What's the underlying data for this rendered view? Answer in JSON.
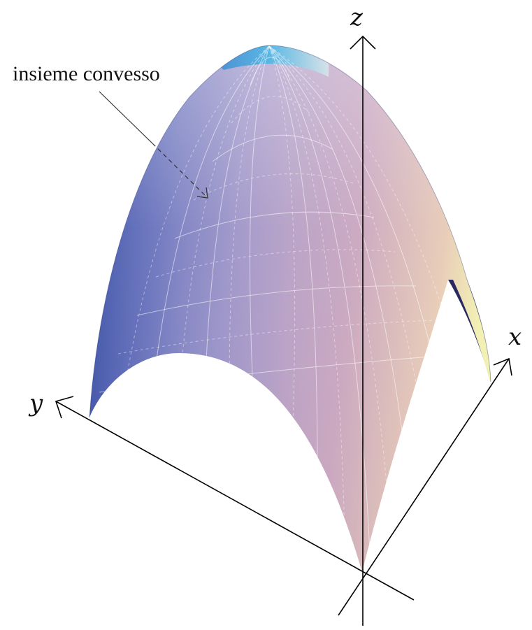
{
  "figure": {
    "annotation": "insieme convesso",
    "axes": {
      "x": "x",
      "y": "y",
      "z": "z"
    }
  },
  "colors": {
    "blue": "#2f4fa8",
    "lavender": "#a99ac6",
    "pink": "#c8a0b8",
    "cream": "#efe6c0",
    "dark_underside": "#2a2860",
    "cyan_tip": "#36b5e6"
  }
}
